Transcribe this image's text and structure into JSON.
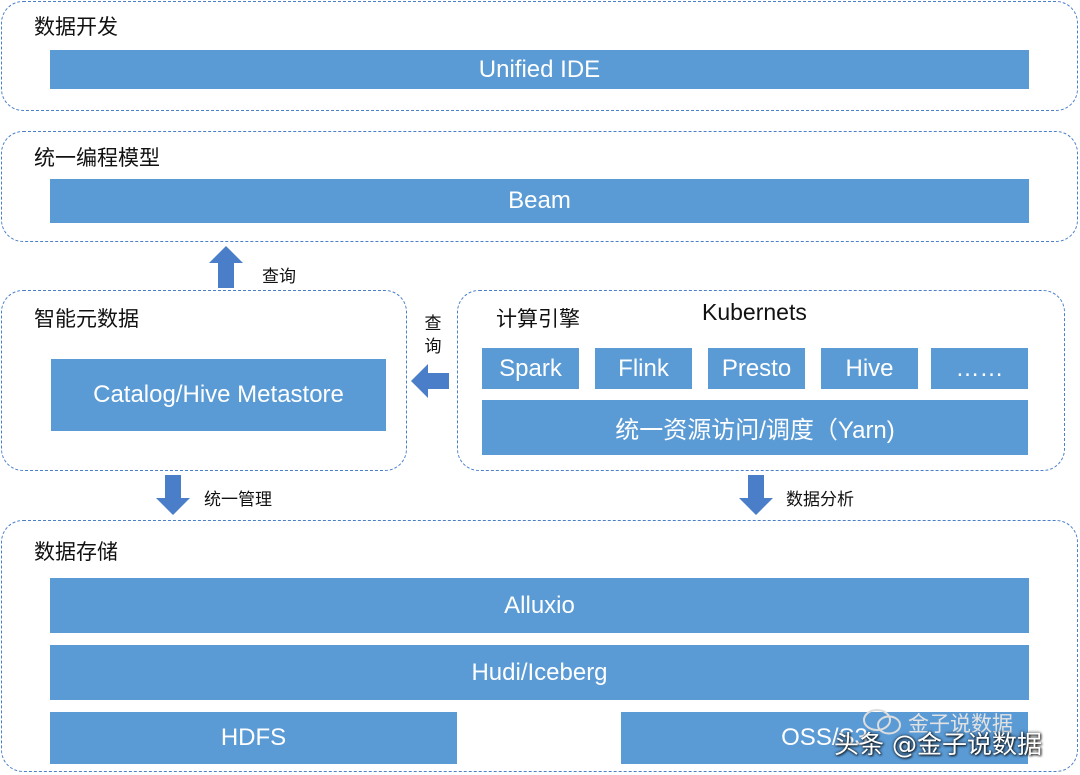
{
  "dev": {
    "title": "数据开发",
    "ide": "Unified IDE"
  },
  "prog": {
    "title": "统一编程模型",
    "beam": "Beam"
  },
  "meta": {
    "title": "智能元数据",
    "catalog": "Catalog/Hive Metastore"
  },
  "compute": {
    "title": "计算引擎",
    "k8s": "Kubernets",
    "engines": [
      "Spark",
      "Flink",
      "Presto",
      "Hive",
      "……"
    ],
    "yarn": "统一资源访问/调度（Yarn)"
  },
  "storage": {
    "title": "数据存储",
    "alluxio": "Alluxio",
    "hudi": "Hudi/Iceberg",
    "hdfs": "HDFS",
    "oss": "OSS/S3"
  },
  "arrows": {
    "query_up": "查询",
    "query_left": "查询",
    "manage": "统一管理",
    "analysis": "数据分析"
  },
  "watermark": {
    "top": "金子说数据",
    "bottom": "头条 @金子说数据"
  },
  "colors": {
    "block": "#5b9bd5",
    "arrow": "#4a7ec9",
    "border": "#4a7fc9"
  }
}
